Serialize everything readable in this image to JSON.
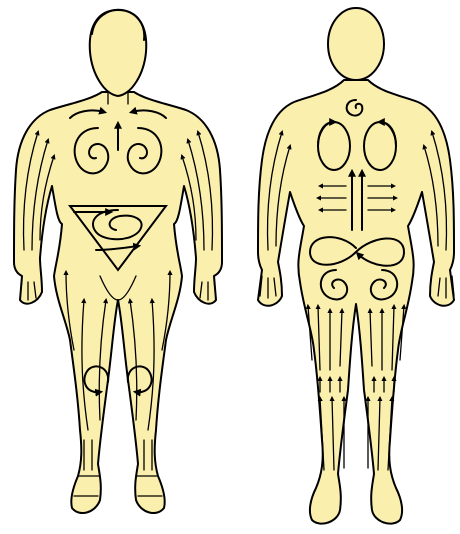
{
  "colors": {
    "skin": "#FBEFAE",
    "ink": "#000000",
    "background": "#FFFFFF"
  },
  "figures": [
    {
      "name": "front-view",
      "icon": "anterior-body-outline"
    },
    {
      "name": "back-view",
      "icon": "posterior-body-outline"
    }
  ],
  "icons": [
    "flow-arrow",
    "spiral-arrow",
    "circular-arrow"
  ]
}
